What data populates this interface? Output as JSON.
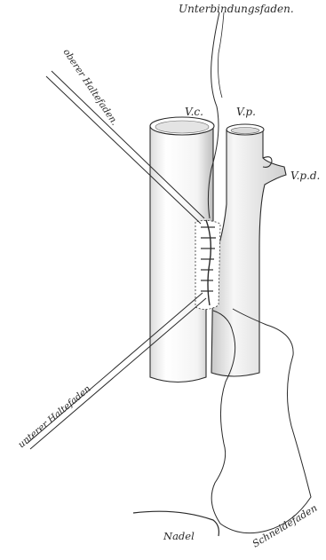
{
  "labels": {
    "thread_connection": "Unterbindungsfaden.",
    "upper_holding_thread": "oberer Haltefaden.",
    "vena_cava": "V.c.",
    "vena_portae": "V.p.",
    "vena_portae_dextra": "V.p.d.",
    "lower_holding_thread": "unterer Haltefaden",
    "needle": "Nadel",
    "cutting_thread": "Schneidefaden"
  },
  "colors": {
    "ink": "#2a2a2a",
    "paper": "#ffffff",
    "shade": "#9a9a9a"
  }
}
